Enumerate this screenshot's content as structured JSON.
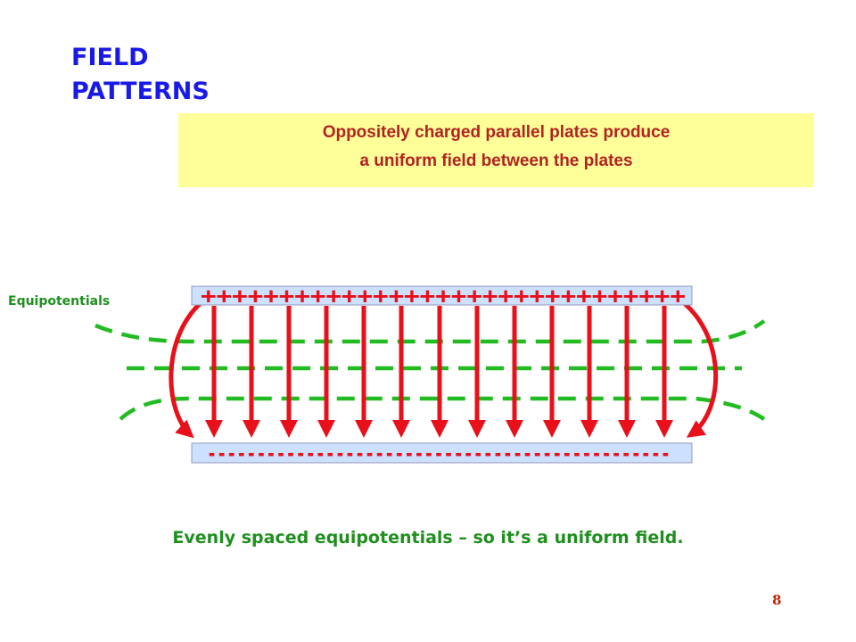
{
  "title": {
    "line1": "FIELD",
    "line2": "PATTERNS"
  },
  "callout": {
    "line1": "Oppositely charged parallel plates produce",
    "line2": "a uniform field between the plates"
  },
  "diagram": {
    "equipotentials_label": "Equipotentials",
    "top_plate_charges": "+++++++++++++++++++++++++++++++",
    "bottom_plate_charges": "-----------------------------------------------",
    "field_line_count": 13,
    "colors": {
      "field_line": "#e8101a",
      "equipotential": "#22bb22",
      "plate_fill": "#cce0ff",
      "plate_border": "#9999bb",
      "charge_text": "#e8101a"
    }
  },
  "caption": "Evenly spaced equipotentials – so it’s a uniform field.",
  "page_number": "8"
}
